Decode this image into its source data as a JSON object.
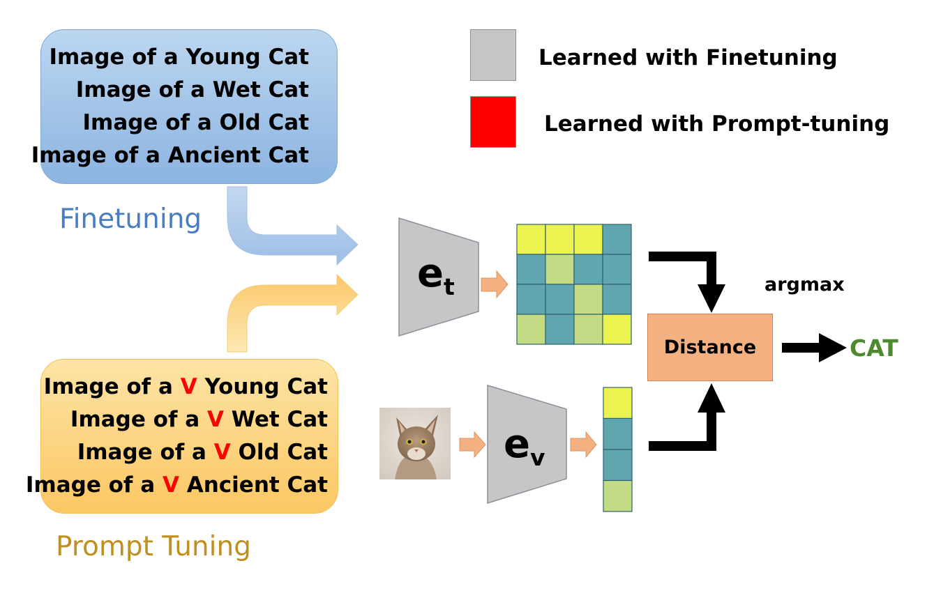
{
  "finetuning_prompts": [
    "Image of a Young Cat",
    "Image of a Wet Cat",
    "Image of a Old Cat",
    "Image of a Ancient Cat"
  ],
  "prompt_tuning_prompts": [
    {
      "prefix": "Image of a ",
      "token": "V",
      "suffix": " Young Cat"
    },
    {
      "prefix": "Image of a ",
      "token": "V",
      "suffix": " Wet Cat"
    },
    {
      "prefix": "Image of a ",
      "token": "V",
      "suffix": " Old Cat"
    },
    {
      "prefix": "Image of a ",
      "token": "V",
      "suffix": " Ancient Cat"
    }
  ],
  "labels": {
    "finetuning": "Finetuning",
    "prompt_tuning": "Prompt Tuning"
  },
  "legend": {
    "finetuning": {
      "label": "Learned with Finetuning",
      "color": "#c6c6c6"
    },
    "prompt_tuning": {
      "label": "Learned with Prompt-tuning",
      "color": "#ff0000"
    }
  },
  "encoders": {
    "text": {
      "letter": "e",
      "subscript": "t"
    },
    "visual": {
      "letter": "e",
      "subscript": "v"
    }
  },
  "text_embedding_matrix": [
    [
      "yellow",
      "yellow",
      "yellow",
      "teal"
    ],
    [
      "teal",
      "light-green",
      "teal",
      "teal"
    ],
    [
      "teal",
      "teal",
      "light-green",
      "teal"
    ],
    [
      "light-green",
      "teal",
      "light-green",
      "yellow"
    ]
  ],
  "image_embedding_vector": [
    "yellow",
    "teal",
    "teal",
    "light-green"
  ],
  "cell_colors": {
    "yellow": "#eaf34f",
    "teal": "#5fa6ae",
    "light-green": "#c2db84"
  },
  "distance_label": "Distance",
  "argmax_label": "argmax",
  "output_label": "CAT",
  "colors": {
    "finetuning_arrow": "#a6c4e8",
    "prompt_arrow": "#fdd37e",
    "small_arrow": "#f3b080",
    "encoder_fill": "#c6c6c6",
    "output_green": "#4d8a2e"
  }
}
